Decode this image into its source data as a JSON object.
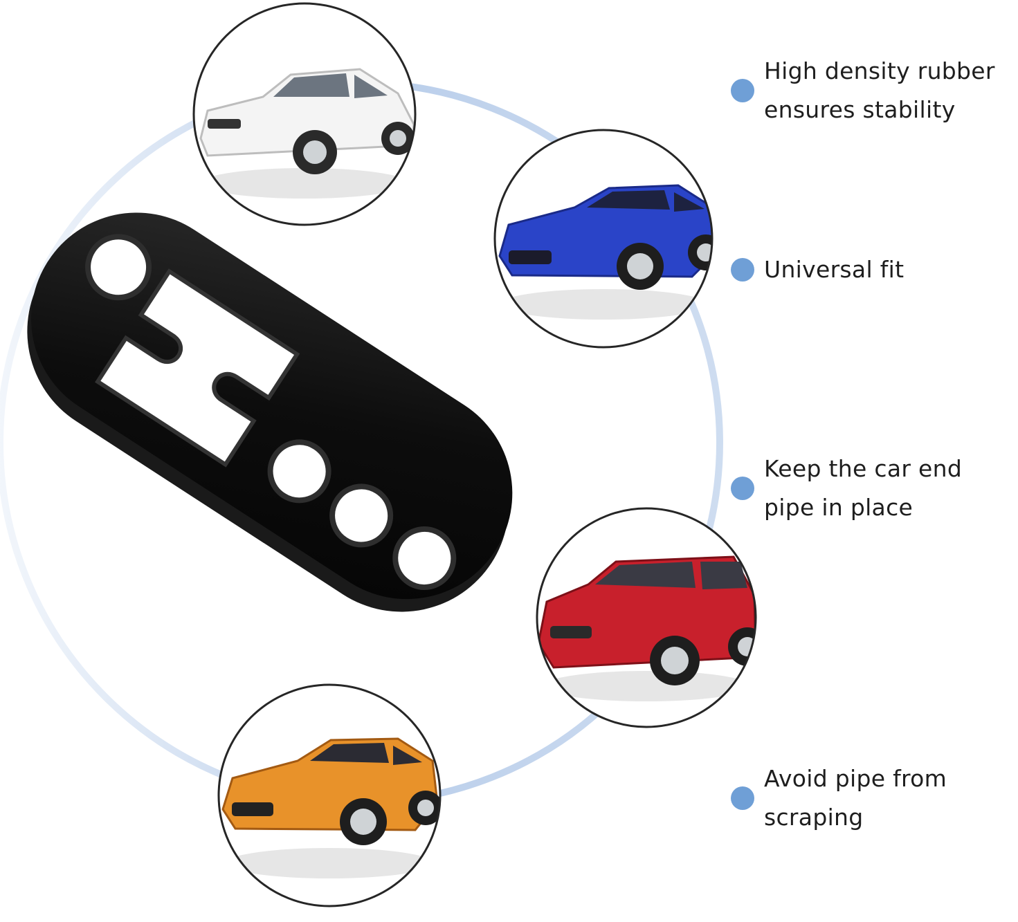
{
  "colors": {
    "background": "#ffffff",
    "ring": "#c9d9ef",
    "dot": "#6f9fd6",
    "text": "#1e1e1e",
    "rubber": "#0d0d0d",
    "car_white": "#f4f4f4",
    "car_blue": "#2a44c8",
    "car_red": "#c8202c",
    "car_orange": "#e8922a"
  },
  "product": {
    "icon": "rubber-exhaust-hanger-icon"
  },
  "features": [
    {
      "text": "High density rubber\nensures stability"
    },
    {
      "text": "Universal fit"
    },
    {
      "text": "Keep the car end\npipe in place"
    },
    {
      "text": "Avoid pipe from\nscraping"
    }
  ],
  "cars": [
    {
      "icon": "white-sedan-icon",
      "color": "#f4f4f4"
    },
    {
      "icon": "blue-sports-car-icon",
      "color": "#2a44c8"
    },
    {
      "icon": "red-hatchback-icon",
      "color": "#c8202c"
    },
    {
      "icon": "orange-sports-car-icon",
      "color": "#e8922a"
    }
  ]
}
